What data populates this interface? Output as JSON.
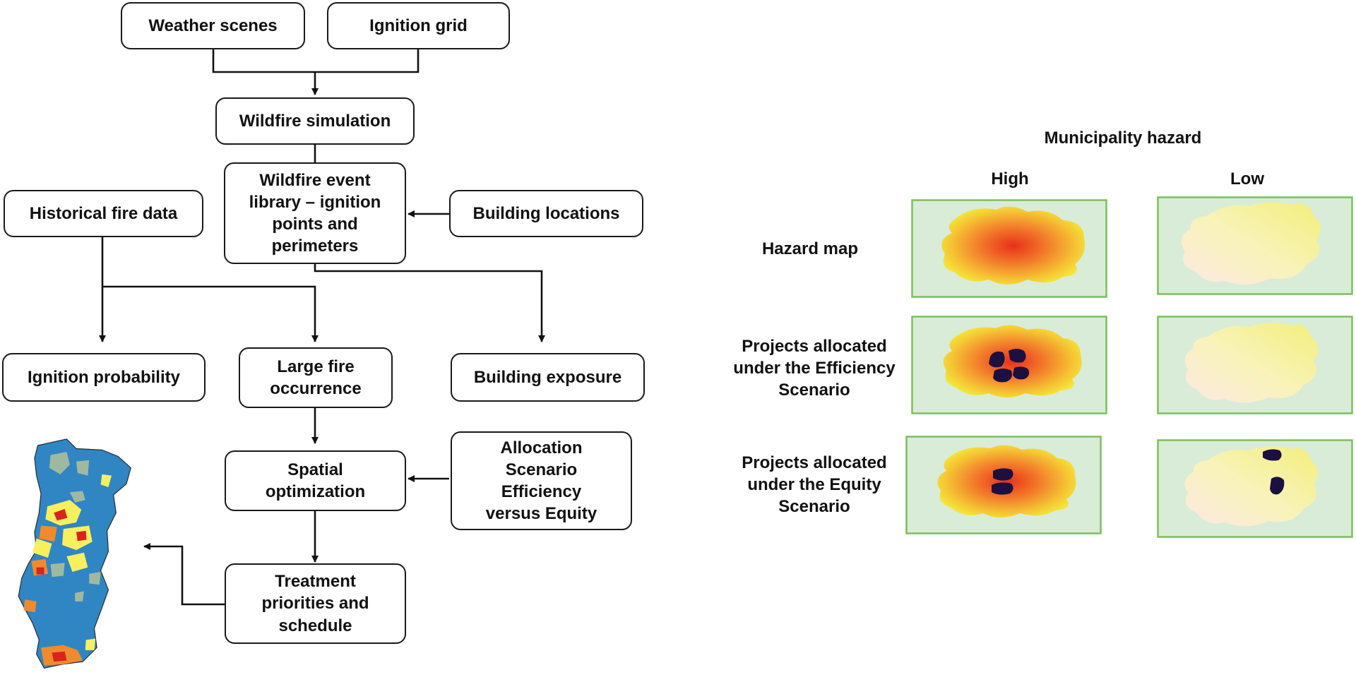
{
  "flowchart": {
    "weather_scenes": "Weather scenes",
    "ignition_grid": "Ignition grid",
    "wildfire_simulation": "Wildfire simulation",
    "event_library": "Wildfire event\nlibrary – ignition\npoints and\nperimeters",
    "building_locations": "Building locations",
    "historical_fire_data": "Historical fire data",
    "ignition_probability": "Ignition probability",
    "large_fire_occurrence": "Large fire\noccurrence",
    "building_exposure": "Building exposure",
    "spatial_optimization": "Spatial\noptimization",
    "allocation_scenario": "Allocation\nScenario\nEfficiency\nversus Equity",
    "treatment_priorities": "Treatment\npriorities and\nschedule"
  },
  "matrix": {
    "title": "Municipality hazard",
    "col_high": "High",
    "col_low": "Low",
    "row_hazard_map": "Hazard map",
    "row_efficiency": "Projects allocated\nunder the Efficiency\nScenario",
    "row_equity": "Projects allocated\nunder the Equity\nScenario"
  },
  "colors": {
    "arrow": "#111111",
    "panel_bg": "#d9ecd8",
    "panel_border": "#7cbf5b",
    "hazard_high_core": "#e8301a",
    "hazard_high_edge": "#f3e83a",
    "hazard_low": "#f3ee7a",
    "project_patch": "#1c1040",
    "map_blue": "#2f86c2",
    "map_yellow": "#f7ef5e",
    "map_orange": "#f08a2d",
    "map_red": "#d9231d",
    "map_sage": "#9fb9a1"
  },
  "icons": {
    "portugal_map": "portugal-priority-map"
  }
}
